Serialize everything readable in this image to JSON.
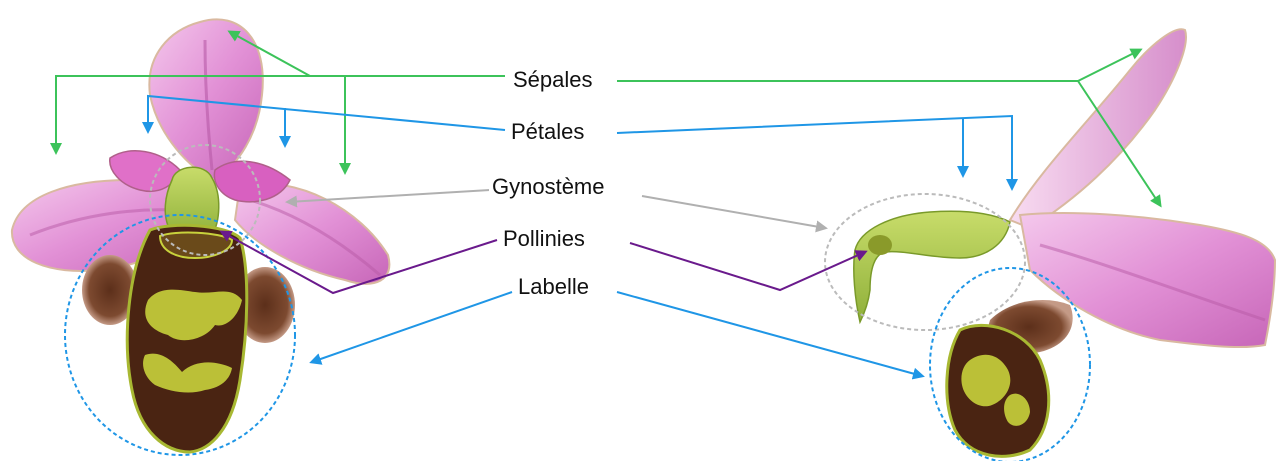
{
  "labels": {
    "sepales": "Sépales",
    "petales": "Pétales",
    "gynosteme": "Gynostème",
    "pollinies": "Pollinies",
    "labelle": "Labelle"
  },
  "colors": {
    "sepales_arrow": "#3cc35a",
    "petales_arrow": "#1f96e6",
    "gynosteme_arrow": "#b0b0b0",
    "pollinies_arrow": "#6a1a8c",
    "labelle_arrow": "#1f96e6",
    "sepal_pink": "#e69ad8",
    "labellum_brown": "#4a2412",
    "labellum_yellow": "#c8d23c",
    "column_green": "#a6c84a"
  }
}
